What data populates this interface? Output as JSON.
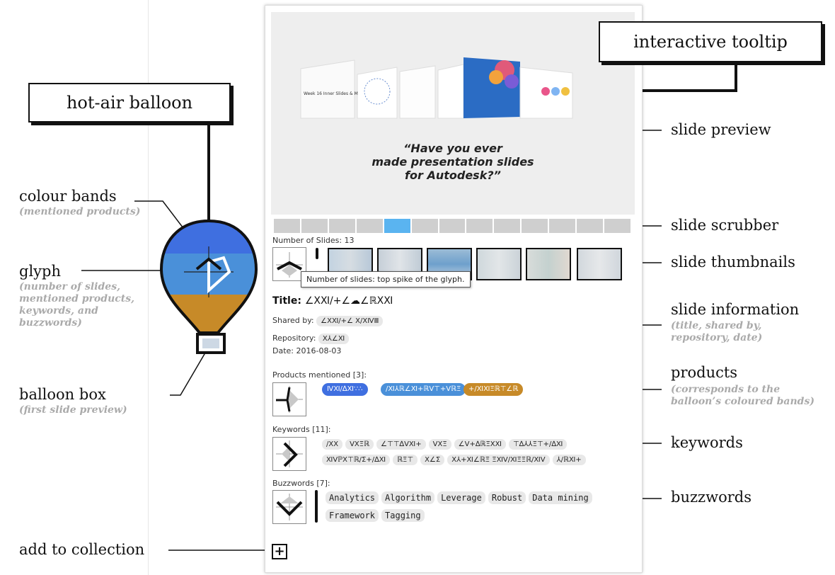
{
  "callouts": {
    "interactive_tooltip": "interactive tooltip",
    "hot_air_balloon": "hot-air balloon",
    "colour_bands": "colour bands",
    "colour_bands_sub": "(mentioned products)",
    "glyph": "glyph",
    "glyph_sub": "(number of slides,\nmentioned products,\nkeywords, and\nbuzzwords)",
    "balloon_box": "balloon box",
    "balloon_box_sub": "(first slide preview)",
    "add_to_collection": "add to collection",
    "slide_preview": "slide preview",
    "slide_scrubber": "slide scrubber",
    "slide_thumbnails": "slide thumbnails",
    "slide_information": "slide information",
    "slide_information_sub": "(title, shared by,\nrepository, date)",
    "products": "products",
    "products_sub": "(corresponds to  the\nballoon’s coloured bands)",
    "keywords": "keywords",
    "buzzwords": "buzzwords"
  },
  "tooltip": {
    "preview_quote": "“Have you ever\nmade presentation slides\nfor Autodesk?”",
    "preview_slide_caption": "Week 16 Inner Slides & M",
    "scrubber": {
      "segments": 13,
      "active_index": 4
    },
    "num_slides_label": "Number of Slides: 13",
    "hover_tip": "Number of slides: top spike of the glyph.",
    "title_label": "Title:",
    "title_value": "∠ⅩⅪ/+∠☁∠ℝⅩⅪ",
    "shared_by_label": "Shared by:",
    "shared_by_value": "∠ⅩⅪ/+∠ Ⅹ/ⅩⅣⅢ",
    "repository_label": "Repository:",
    "repository_value": "Ⅹ⅄∠Ⅺ",
    "date_label": "Date:",
    "date_value": "2016-08-03",
    "products_label": "Products mentioned [3]:",
    "products": [
      {
        "label": "ⅣⅪ/∆Ⅺ∵∴",
        "color": "#3f6fe0"
      },
      {
        "label": "/Ⅺ⅄ℝ∠Ⅺ+ℝⅤ⊤+ⅤℝΞ",
        "color": "#4a90d9"
      },
      {
        "label": "+/ⅪⅪΞℝ⊤∠ℝ",
        "color": "#c78a28"
      }
    ],
    "keywords_label": "Keywords [11]:",
    "keywords_row1": [
      "/ⅩⅩ",
      "ⅤⅩΞℝ",
      "∠⊤⊤∆ⅤⅪ+",
      "ⅤⅩΞ",
      "∠Ⅴ+∆ℝΞⅩⅪ",
      "⊤∆⅄⅄Ξ⊤+/∆Ⅺ"
    ],
    "keywords_row2": [
      "ⅪⅤℙⅩ⊤ℝ/Σ+/∆Ⅺ",
      "ℝΞ⊤",
      "Ⅹ∠Σ",
      "Ⅹ⅄+Ⅺ∠ℝΞ ΞⅪⅤ/ⅪΞΞℝ/ⅪⅤ",
      "⅄/ℝⅪ+"
    ],
    "buzzwords_label": "Buzzwords [7]:",
    "buzzwords_row1": [
      "Analytics",
      "Algorithm",
      "Leverage",
      "Robust",
      "Data mining"
    ],
    "buzzwords_row2": [
      "Framework",
      "Tagging"
    ],
    "add_button": "+"
  },
  "balloon_bands": [
    "#3f6fe0",
    "#4a90d9",
    "#c78a28"
  ]
}
